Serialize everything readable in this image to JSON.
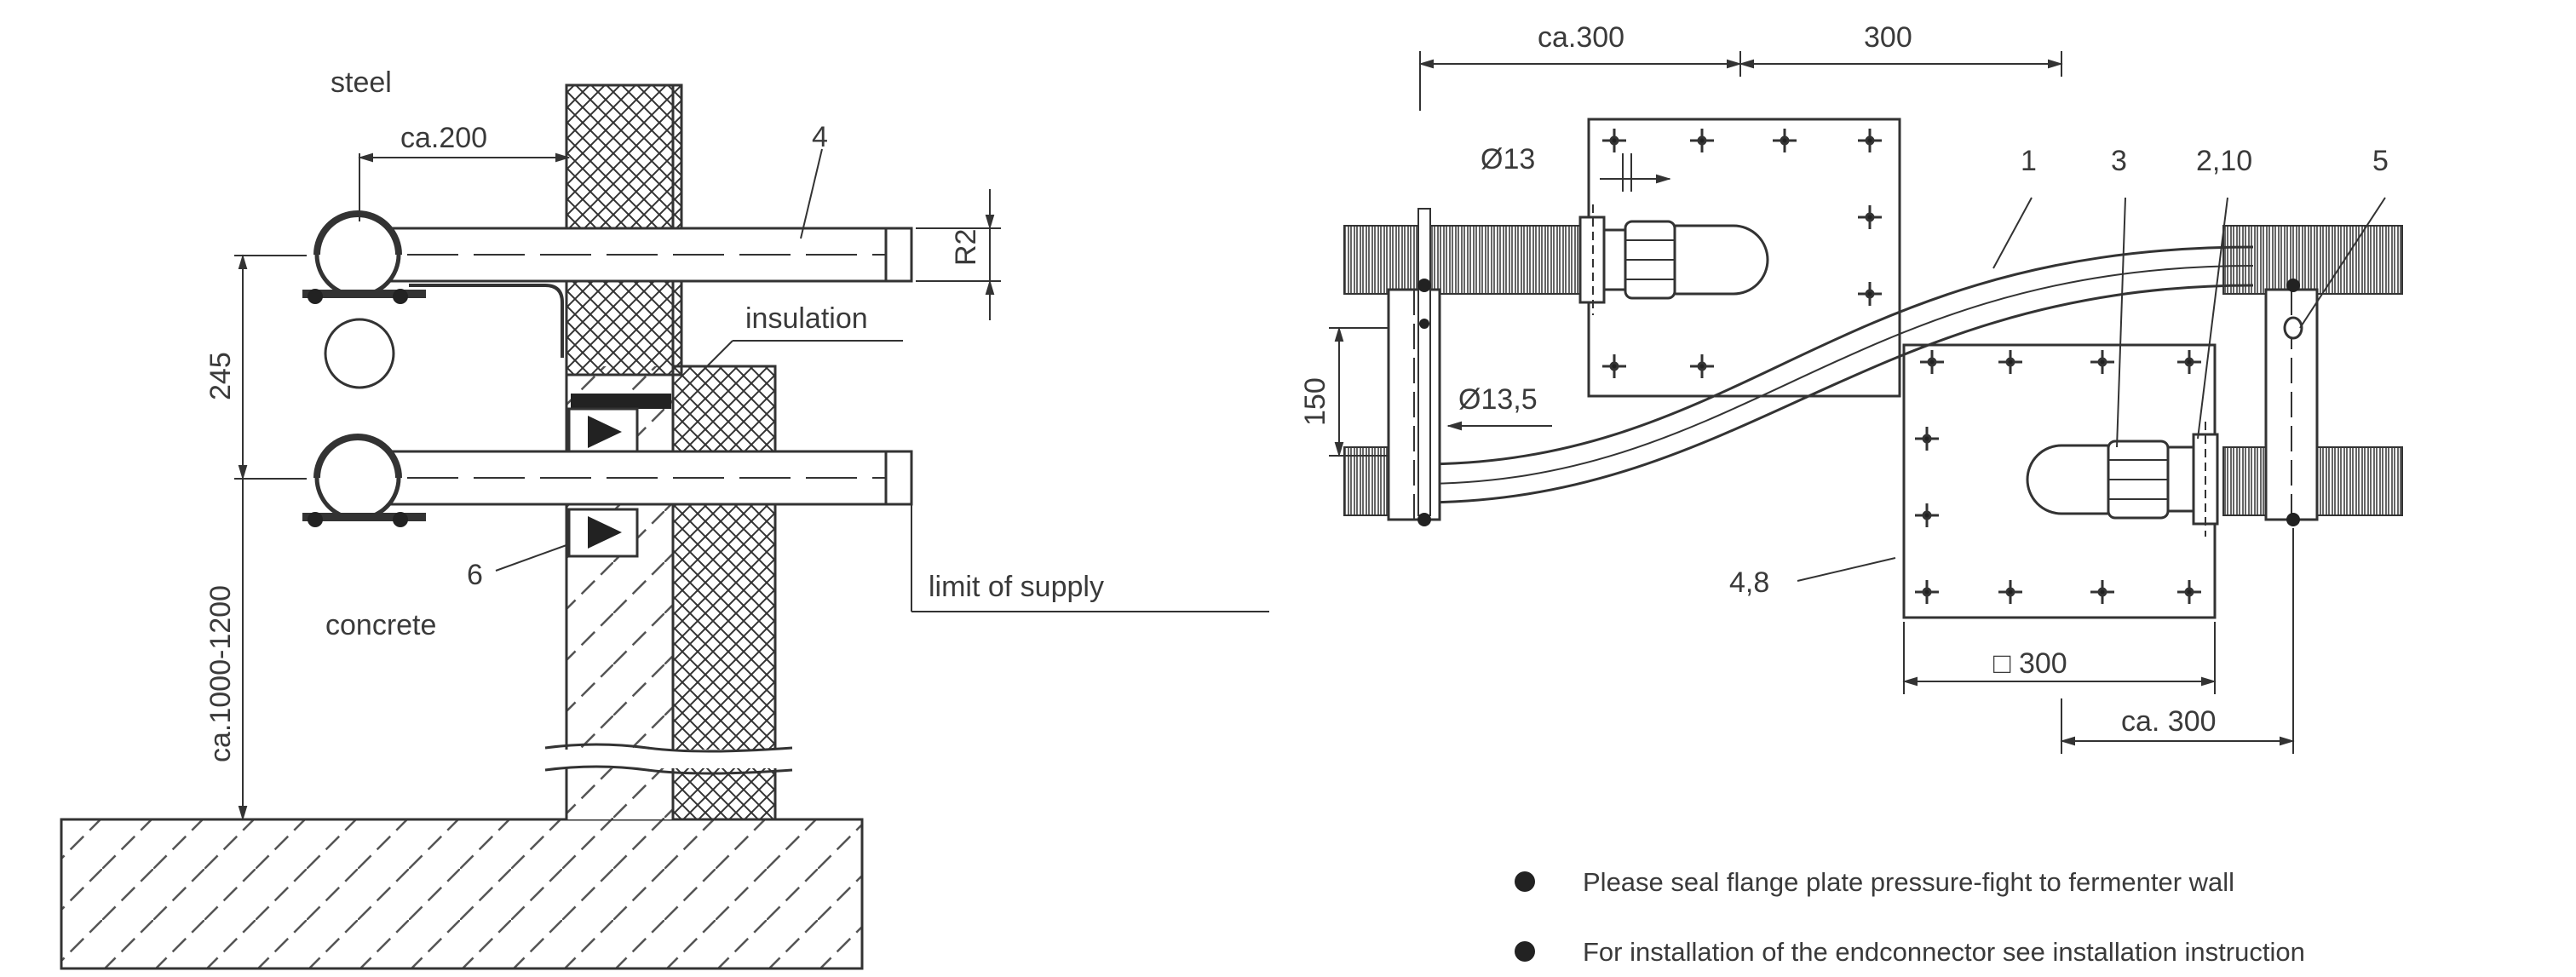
{
  "left_view": {
    "labels": {
      "steel": "steel",
      "insulation": "insulation",
      "concrete": "concrete",
      "limit": "limit of supply",
      "item4": "4",
      "item6": "6"
    },
    "dims": {
      "ca200": "ca.200",
      "r2": "R2",
      "d245": "245",
      "ca1000": "ca.1000-1200"
    }
  },
  "right_view": {
    "labels": {
      "item1": "1",
      "item3": "3",
      "item210": "2,10",
      "item5": "5",
      "item48": "4,8"
    },
    "dims": {
      "ca300_top": "ca.300",
      "d300_top": "300",
      "dia13": "Ø13",
      "dia135": "Ø13,5",
      "d150": "150",
      "sq300": "□ 300",
      "ca300_bottom": "ca. 300"
    }
  },
  "notes": [
    "Please seal flange plate pressure-fight to fermenter wall",
    "For installation of the endconnector see installation instruction"
  ]
}
